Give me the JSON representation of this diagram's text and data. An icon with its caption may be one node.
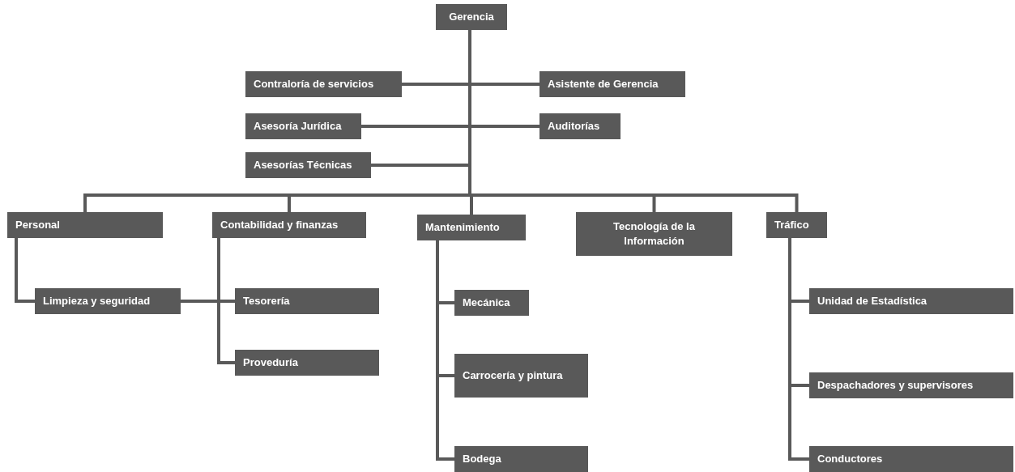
{
  "diagram": {
    "nodes": [
      {
        "text": [
          "Gerencia"
        ]
      },
      {
        "text": [
          "Contraloría de servicios"
        ]
      },
      {
        "text": [
          "Asistente de Gerencia"
        ]
      },
      {
        "text": [
          "Asesoría Jurídica"
        ]
      },
      {
        "text": [
          "Auditorías"
        ]
      },
      {
        "text": [
          "Asesorías Técnicas"
        ]
      },
      {
        "text": [
          "Personal"
        ]
      },
      {
        "text": [
          "Contabilidad y finanzas"
        ]
      },
      {
        "text": [
          "Mantenimiento"
        ]
      },
      {
        "text": [
          "Tecnología de la Información"
        ]
      },
      {
        "text": [
          "Tráfico"
        ]
      },
      {
        "text": [
          "Limpieza y seguridad"
        ]
      },
      {
        "text": [
          "Tesorería"
        ]
      },
      {
        "text": [
          "Proveduría"
        ]
      },
      {
        "text": [
          "Mecánica"
        ]
      },
      {
        "text": [
          "Carrocería y pintura"
        ]
      },
      {
        "text": [
          "Bodega"
        ]
      },
      {
        "text": [
          "Unidad de Estadística"
        ]
      },
      {
        "text": [
          "Despachadores y supervisores"
        ]
      },
      {
        "text": [
          "Conductores"
        ]
      }
    ],
    "edges": [
      {
        "from": 0,
        "to": 1,
        "arrow": "none"
      },
      {
        "from": 0,
        "to": 2,
        "arrow": "none"
      },
      {
        "from": 0,
        "to": 3,
        "arrow": "none"
      },
      {
        "from": 0,
        "to": 4,
        "arrow": "none"
      },
      {
        "from": 0,
        "to": 5,
        "arrow": "none"
      },
      {
        "from": 0,
        "to": 6,
        "arrow": "none"
      },
      {
        "from": 0,
        "to": 7,
        "arrow": "none"
      },
      {
        "from": 0,
        "to": 8,
        "arrow": "none"
      },
      {
        "from": 0,
        "to": 9,
        "arrow": "none"
      },
      {
        "from": 0,
        "to": 10,
        "arrow": "none"
      },
      {
        "from": 6,
        "to": 11,
        "arrow": "none"
      },
      {
        "from": 7,
        "to": 12,
        "arrow": "none"
      },
      {
        "from": 7,
        "to": 13,
        "arrow": "none"
      },
      {
        "from": 11,
        "to": 12,
        "arrow": "none"
      },
      {
        "from": 8,
        "to": 14,
        "arrow": "none"
      },
      {
        "from": 8,
        "to": 15,
        "arrow": "none"
      },
      {
        "from": 8,
        "to": 16,
        "arrow": "none"
      },
      {
        "from": 10,
        "to": 17,
        "arrow": "none"
      },
      {
        "from": 10,
        "to": 18,
        "arrow": "none"
      },
      {
        "from": 10,
        "to": 19,
        "arrow": "none"
      }
    ]
  }
}
